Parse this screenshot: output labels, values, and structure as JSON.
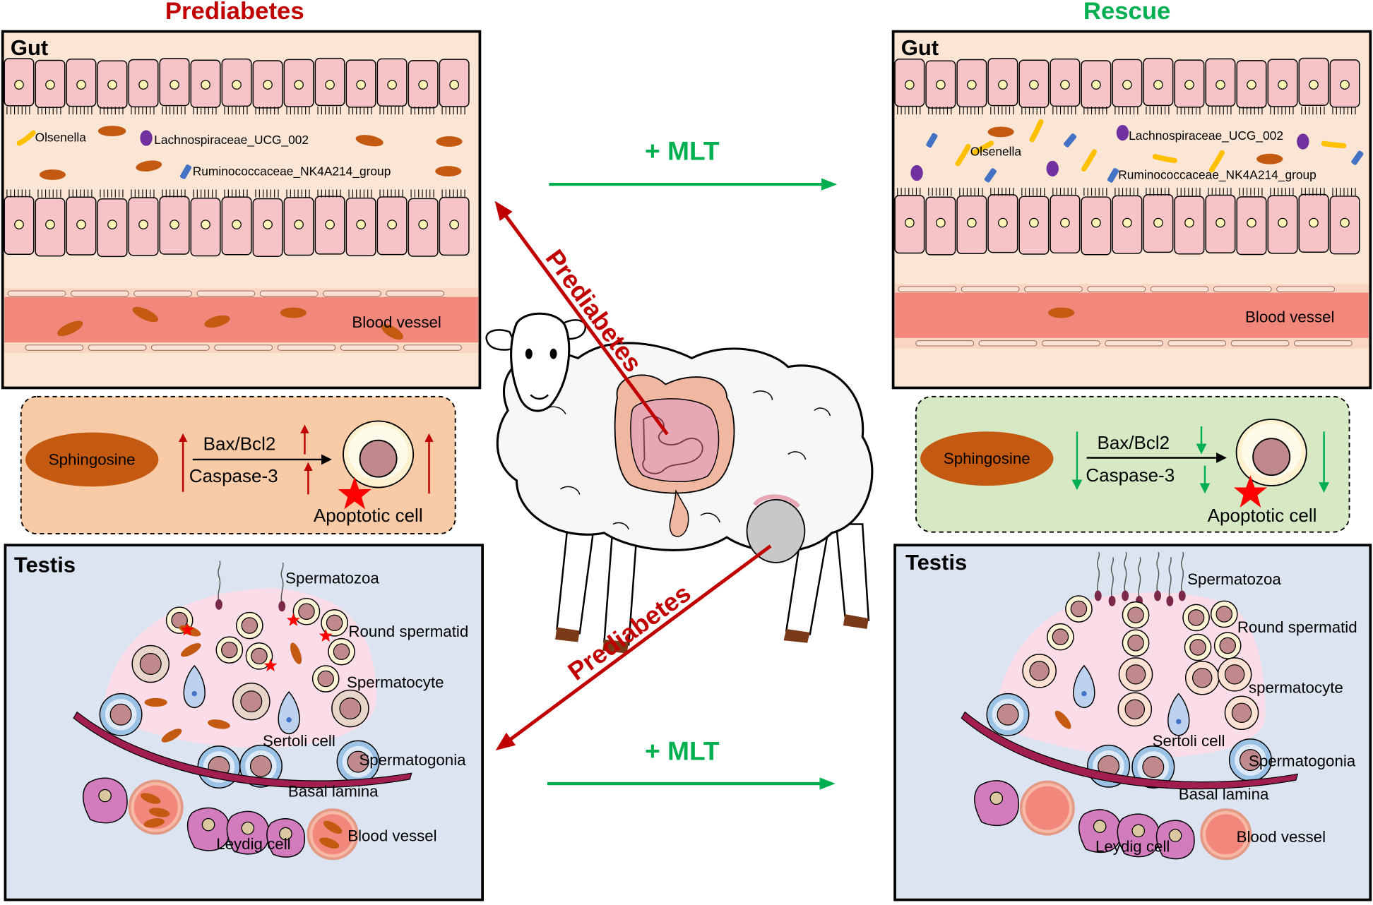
{
  "colors": {
    "prediabetes": "#c00000",
    "rescue": "#00b050",
    "gut_bg": "#fbe6d5",
    "testis_bg": "#dde4f1",
    "apoptosis_left_bg": "#f8cba6",
    "apoptosis_right_bg": "#d6e8c4",
    "sphingosine": "#c45a11",
    "epithelium": "#f6c4c6",
    "blood": "#f2877b"
  },
  "headers": {
    "left": "Prediabetes",
    "right": "Rescue"
  },
  "gut": {
    "label": "Gut",
    "blood_vessel": "Blood vessel",
    "bacteria": {
      "olsenella": "Olsenella",
      "lachnospiraceae": "Lachnospiraceae_UCG_002",
      "ruminococcaceae": "Ruminococcaceae_NK4A214_group"
    }
  },
  "apoptosis": {
    "sphingosine": "Sphingosine",
    "bax": "Bax/Bcl2",
    "caspase": "Caspase-3",
    "cell": "Apoptotic cell"
  },
  "testis": {
    "label": "Testis",
    "spermatozoa": "Spermatozoa",
    "round_spermatid": "Round spermatid",
    "spermatocyte_left": "Spermatocyte",
    "spermatocyte_right": "spermatocyte",
    "sertoli": "Sertoli cell",
    "spermatogonia": "Spermatogonia",
    "basal_lamina": "Basal lamina",
    "leydig": "Leydig cell",
    "blood_vessel": "Blood vessel"
  },
  "center": {
    "mlt_top": "+ MLT",
    "mlt_bottom": "+ MLT",
    "prediabetes_upper": "Prediabetes",
    "prediabetes_lower": "Prediabetes"
  },
  "icons": [
    "sheep-icon",
    "intestine-icon",
    "testis-organ-icon",
    "apoptotic-cell-icon",
    "star-icon",
    "up-arrow-icon",
    "down-arrow-icon"
  ]
}
